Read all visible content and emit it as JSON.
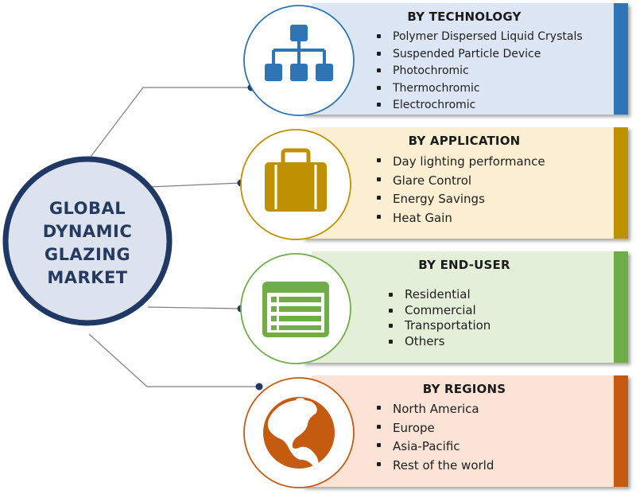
{
  "center": {
    "lines": [
      "GLOBAL",
      "DYNAMIC",
      "GLAZING",
      "MARKET"
    ]
  },
  "colors": {
    "center_ring": "#1f3864",
    "connector": "#7f7f7f"
  },
  "segments": [
    {
      "title": "BY TECHNOLOGY",
      "icon": "hierarchy-icon",
      "accent": "#2e75b6",
      "fill": "#dce6f4",
      "items": [
        "Polymer Dispersed Liquid Crystals",
        "Suspended Particle Device",
        "Photochromic",
        "Thermochromic",
        "Electrochromic"
      ]
    },
    {
      "title": "BY APPLICATION",
      "icon": "briefcase-icon",
      "accent": "#bf9000",
      "fill": "#fdf0d2",
      "items": [
        "Day lighting performance",
        "Glare Control",
        "Energy Savings",
        "Heat Gain"
      ]
    },
    {
      "title": "BY END-USER",
      "icon": "list-window-icon",
      "accent": "#70ad47",
      "fill": "#e4efda",
      "items": [
        "Residential",
        "Commercial",
        "Transportation",
        "Others"
      ]
    },
    {
      "title": "BY REGIONS",
      "icon": "globe-icon",
      "accent": "#c55a11",
      "fill": "#fbe3d5",
      "items": [
        "North America",
        "Europe",
        "Asia-Pacific",
        "Rest of the world"
      ]
    }
  ]
}
